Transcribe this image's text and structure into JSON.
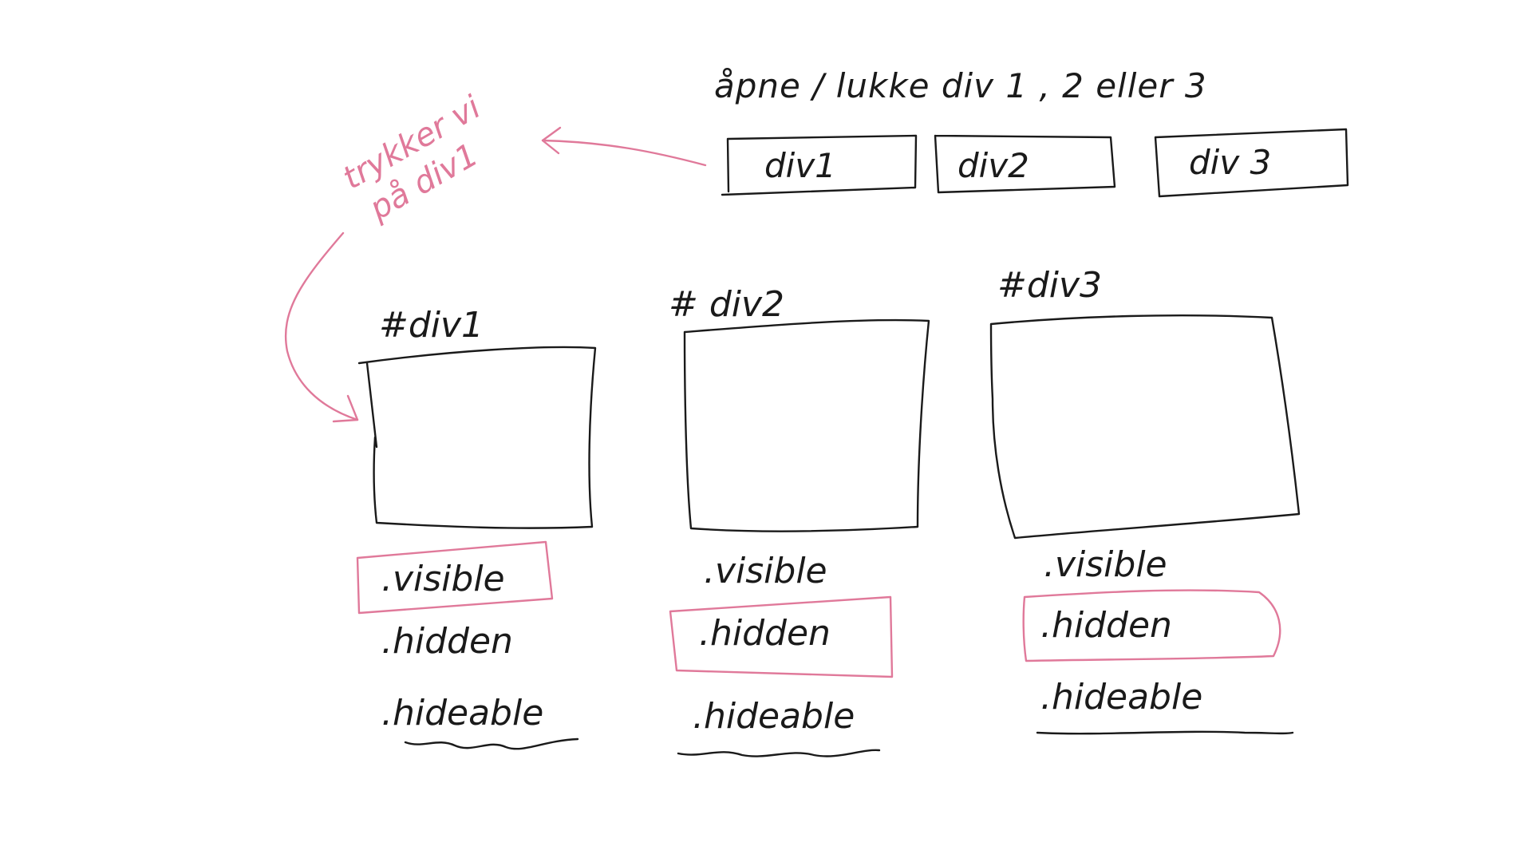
{
  "colors": {
    "ink": "#1a1a1a",
    "highlight": "#e0799a",
    "background": "#ffffff"
  },
  "heading": "åpne / lukke  div 1 , 2  eller 3",
  "buttons": [
    {
      "label": "div1"
    },
    {
      "label": "div2"
    },
    {
      "label": "div 3"
    }
  ],
  "annotation": {
    "line1": "trykker vi",
    "line2": "på div1"
  },
  "panels": [
    {
      "id_label": "#div1",
      "states": [
        ".visible",
        ".hidden",
        ".hideable"
      ],
      "highlighted_state": ".visible"
    },
    {
      "id_label": "# div2",
      "states": [
        ".visible",
        ".hidden",
        ".hideable"
      ],
      "highlighted_state": ".hidden"
    },
    {
      "id_label": "#div3",
      "states": [
        ".visible",
        ".hidden",
        ".hideable"
      ],
      "highlighted_state": ".hidden"
    }
  ]
}
